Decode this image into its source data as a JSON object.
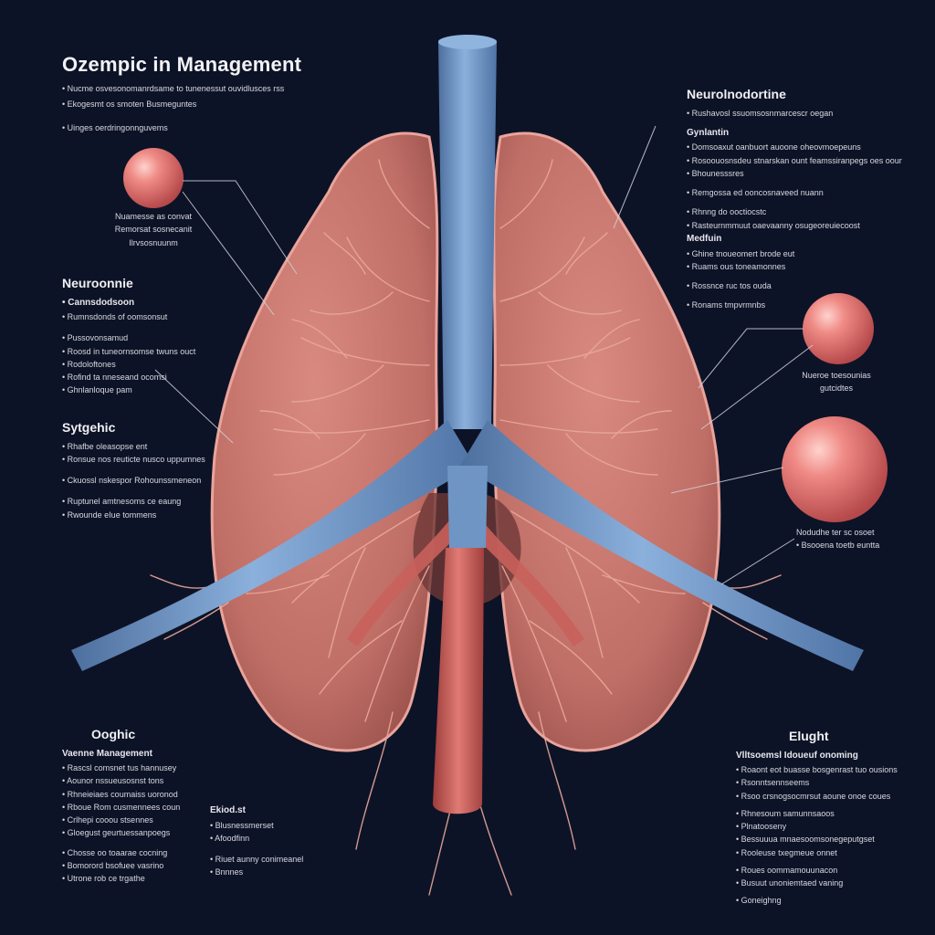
{
  "title": "Ozempic in Management",
  "colors": {
    "background": "#0d1326",
    "lung": "#c9786f",
    "lung_dark": "#9a514c",
    "trachea": "#6f95c4",
    "vessel": "#c0504d",
    "branch": "#e7a69a",
    "sphere": "#e0706f"
  },
  "blocks": {
    "top_left": {
      "lines": [
        "• Nucme osvesonomanrdsame to tunenessut ouvidlusces rss",
        "• Ekogesmt os smoten Busmeguntes",
        "• Uinges oerdringonnguvems"
      ]
    },
    "sphere_left_caption": {
      "lines": [
        "Nuamesse as convat",
        "Remorsat sosnecanit",
        "Ilrvsosnuunm"
      ]
    },
    "neuro_left": {
      "heading": "Neuroonnie",
      "sub": "• Cannsdodsoon",
      "lines": [
        "• Rumnsdonds of oomsonsut",
        "• Pussovonsamud",
        "• Roosd in tuneornsomse twuns ouct",
        "• Rodoloftones",
        "• Rofind ta nneseand ocomsi",
        "• Ghnlanloque pam"
      ]
    },
    "sytopic": {
      "heading": "Sytgehic",
      "lines": [
        "• Rhafbe oleasopse ent",
        "• Ronsue nos reuticte nusco uppumnes",
        "• Ckuossl nskespor Rohounssmeneon",
        "• Ruptunel amtnesoms ce eaung",
        "• Rwounde eIue tommens"
      ]
    },
    "top_right": {
      "heading": "Neurolnodortine",
      "lines": [
        "• Rushavosl ssuomsosnmarcescr oegan"
      ],
      "sub": "Gynlantin",
      "lines2": [
        "• Domsoaxut oanbuort auoone oheovmoepeuns",
        "• Rosoouosnsdeu stnarskan ount feamssiranpegs oes oour",
        "• Bhounesssres",
        "• Remgossa ed ooncosnaveed nuann",
        "• Rhnng do ooctiocstc",
        "• Rasteurnmmuut oaevaanny osugeoreuiecoost"
      ]
    },
    "medfun": {
      "heading": "Medfuin",
      "lines": [
        "• Ghine tnoueomert brode eut",
        "• Ruams ous toneamonnes",
        "• Rossnce ruc tos ouda",
        "• Ronams tmpvrmnbs"
      ]
    },
    "sphere_right1_caption": {
      "lines": [
        "Nueroe toesounias",
        "gutcidtes"
      ]
    },
    "sphere_right2_caption": {
      "lines": [
        "Nodudhe ter sc osoet",
        "• Bsooena toetb euntta"
      ]
    },
    "ooghic": {
      "heading": "Ooghic",
      "sub": "Vaenne Management",
      "lines": [
        "• Rascsl comsnet tus hannusey",
        "• Aounor nssueusosnst tons",
        "• Rhneieiaes coumaiss uoronod",
        "• Rboue Rom cusmennees coun",
        "• Crlhepi cooou stsennes",
        "• Gloegust geurtuessanpoegs",
        "• Chosse oo toaarae cocning",
        "• Bomorord bsofuee vasrino",
        "• Utrone rob ce trgathe"
      ]
    },
    "bottom_center": {
      "heading": "Ekiod.st",
      "lines": [
        "• Blusnessmerset",
        "• Afoodfinn",
        "• Riuet aunny conimeanel",
        "• Bnnnes"
      ]
    },
    "elught": {
      "heading": "Elught",
      "sub": "Vlltsoemsl Idoueuf onoming",
      "lines": [
        "• Roaont eot buasse bosgenrast tuo ousions",
        "• Rsonntsennseems",
        "• Rsoo crsnogsocmrsut aoune onoe coues",
        "• Rhnesoum samunnsaoos",
        "• Plnatooseny",
        "• Bessuuua mnaesoomsonegeputgset",
        "• Rooleuse txegmeue onnet",
        "• Roues oommamouunacon",
        "• Busuut unoniemtaed vaning",
        "• Goneighng"
      ]
    }
  }
}
